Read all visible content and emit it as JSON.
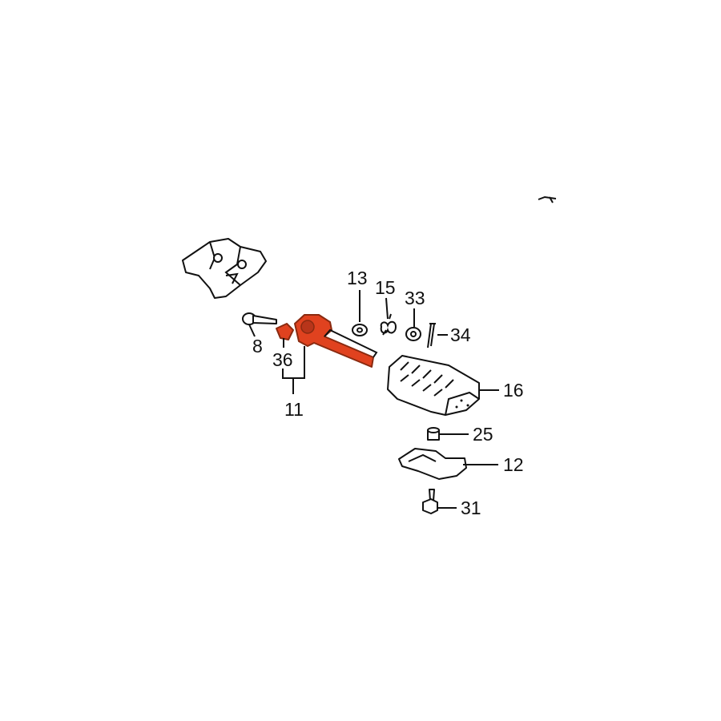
{
  "diagram": {
    "highlight_color": "#e0421f",
    "line_color": "#111111",
    "callouts": {
      "p13": "13",
      "p15": "15",
      "p33": "33",
      "p34": "34",
      "p8": "8",
      "p36": "36",
      "p11": "11",
      "p16": "16",
      "p25": "25",
      "p12": "12",
      "p31": "31"
    }
  }
}
